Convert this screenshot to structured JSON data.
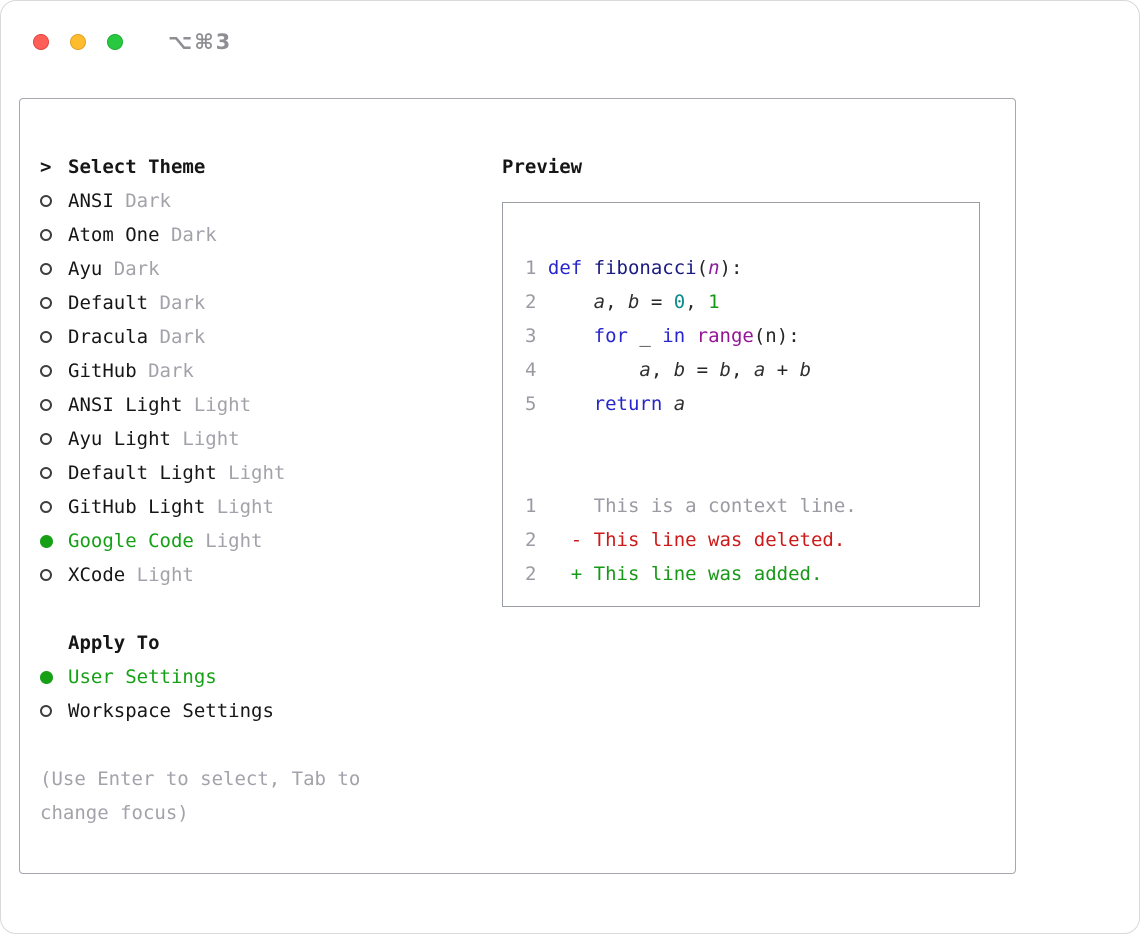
{
  "titlebar": {
    "shortcut": "⌥⌘3"
  },
  "panel": {
    "selector": {
      "prompt": ">",
      "title": "Select Theme",
      "themes": [
        {
          "name": "ANSI",
          "variant": "Dark",
          "selected": false
        },
        {
          "name": "Atom One",
          "variant": "Dark",
          "selected": false
        },
        {
          "name": "Ayu",
          "variant": "Dark",
          "selected": false
        },
        {
          "name": "Default",
          "variant": "Dark",
          "selected": false
        },
        {
          "name": "Dracula",
          "variant": "Dark",
          "selected": false
        },
        {
          "name": "GitHub",
          "variant": "Dark",
          "selected": false
        },
        {
          "name": "ANSI Light",
          "variant": "Light",
          "selected": false
        },
        {
          "name": "Ayu Light",
          "variant": "Light",
          "selected": false
        },
        {
          "name": "Default Light",
          "variant": "Light",
          "selected": false
        },
        {
          "name": "GitHub Light",
          "variant": "Light",
          "selected": false
        },
        {
          "name": "Google Code",
          "variant": "Light",
          "selected": true
        },
        {
          "name": "XCode",
          "variant": "Light",
          "selected": false
        }
      ],
      "apply_to": {
        "title": "Apply To",
        "options": [
          {
            "label": "User Settings",
            "selected": true
          },
          {
            "label": "Workspace Settings",
            "selected": false
          }
        ]
      },
      "hint": "(Use Enter to select, Tab to change focus)"
    },
    "preview": {
      "title": "Preview",
      "code": [
        {
          "num": "1",
          "tokens": [
            {
              "c": "kw",
              "t": "def"
            },
            {
              "c": "pl",
              "t": " "
            },
            {
              "c": "fn",
              "t": "fibonacci"
            },
            {
              "c": "pl",
              "t": "("
            },
            {
              "c": "prm",
              "t": "n"
            },
            {
              "c": "pl",
              "t": "):"
            }
          ]
        },
        {
          "num": "2",
          "tokens": [
            {
              "c": "pl",
              "t": "    "
            },
            {
              "c": "var",
              "t": "a"
            },
            {
              "c": "pl",
              "t": ", "
            },
            {
              "c": "var",
              "t": "b"
            },
            {
              "c": "pl",
              "t": " = "
            },
            {
              "c": "n0",
              "t": "0"
            },
            {
              "c": "pl",
              "t": ", "
            },
            {
              "c": "n1",
              "t": "1"
            }
          ]
        },
        {
          "num": "3",
          "tokens": [
            {
              "c": "pl",
              "t": "    "
            },
            {
              "c": "kw",
              "t": "for"
            },
            {
              "c": "pl",
              "t": " _ "
            },
            {
              "c": "kw",
              "t": "in"
            },
            {
              "c": "pl",
              "t": " "
            },
            {
              "c": "bi",
              "t": "range"
            },
            {
              "c": "pl",
              "t": "("
            },
            {
              "c": "pl",
              "t": "n"
            },
            {
              "c": "pl",
              "t": "):"
            }
          ]
        },
        {
          "num": "4",
          "tokens": [
            {
              "c": "pl",
              "t": "        "
            },
            {
              "c": "var",
              "t": "a"
            },
            {
              "c": "pl",
              "t": ", "
            },
            {
              "c": "var",
              "t": "b"
            },
            {
              "c": "pl",
              "t": " = "
            },
            {
              "c": "var",
              "t": "b"
            },
            {
              "c": "pl",
              "t": ", "
            },
            {
              "c": "var",
              "t": "a"
            },
            {
              "c": "pl",
              "t": " + "
            },
            {
              "c": "var",
              "t": "b"
            }
          ]
        },
        {
          "num": "5",
          "tokens": [
            {
              "c": "pl",
              "t": "    "
            },
            {
              "c": "kw",
              "t": "return"
            },
            {
              "c": "pl",
              "t": " "
            },
            {
              "c": "var",
              "t": "a"
            }
          ]
        }
      ],
      "diff": [
        {
          "num": "1",
          "sign": " ",
          "text": "This is a context line.",
          "kind": "context"
        },
        {
          "num": "2",
          "sign": "-",
          "text": "This line was deleted.",
          "kind": "deleted"
        },
        {
          "num": "2",
          "sign": "+",
          "text": "This line was added.",
          "kind": "added"
        }
      ]
    }
  },
  "colors": {
    "selected_green": "#16a016",
    "added_green": "#189818",
    "deleted_red": "#cc1a1a",
    "keyword_blue": "#2626cc",
    "builtin_purple": "#941694",
    "muted_gray": "#a2a2aa",
    "traffic_red": "#ff5f57",
    "traffic_yellow": "#febc2e",
    "traffic_green": "#28c840"
  }
}
